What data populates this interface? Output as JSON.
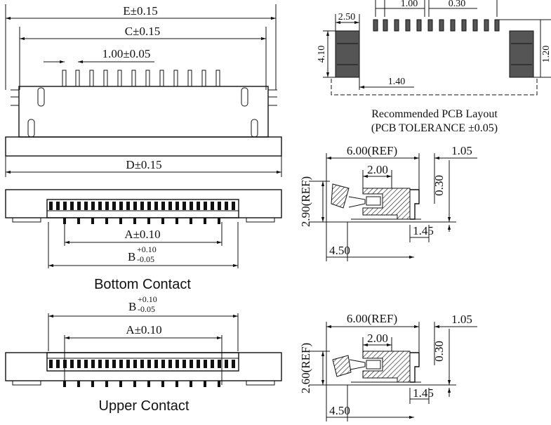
{
  "front_view": {
    "dim_e": "E±0.15",
    "dim_c": "C±0.15",
    "dim_pitch": "1.00±0.05",
    "dim_d": "D±0.15"
  },
  "bottom_view": {
    "dim_a": "A±0.10",
    "dim_b_base": "B",
    "dim_b_upper": "+0.10",
    "dim_b_lower": "-0.05",
    "caption": "Bottom Contact"
  },
  "upper_view": {
    "dim_b_base": "B",
    "dim_b_upper": "+0.10",
    "dim_b_lower": "-0.05",
    "dim_a": "A±0.10",
    "caption": "Upper Contact"
  },
  "pcb_layout": {
    "dim_pitch": "1.00",
    "dim_gap": "0.30",
    "dim_pad_w": "2.50",
    "dim_height": "4.10",
    "dim_inner": "1.40",
    "dim_side": "1.20",
    "caption_line1": "Recommended PCB Layout",
    "caption_line2": "(PCB TOLERANCE ±0.05)"
  },
  "side_bottom": {
    "dim_width": "6.00(REF)",
    "dim_right": "1.05",
    "dim_inner": "2.00",
    "dim_height": "2.90(REF)",
    "dim_small": "0.30",
    "dim_foot": "1.45",
    "dim_base": "4.50"
  },
  "side_upper": {
    "dim_width": "6.00(REF)",
    "dim_right": "1.05",
    "dim_inner": "2.00",
    "dim_height": "2.60(REF)",
    "dim_small": "0.30",
    "dim_foot": "1.45",
    "dim_base": "4.50"
  }
}
